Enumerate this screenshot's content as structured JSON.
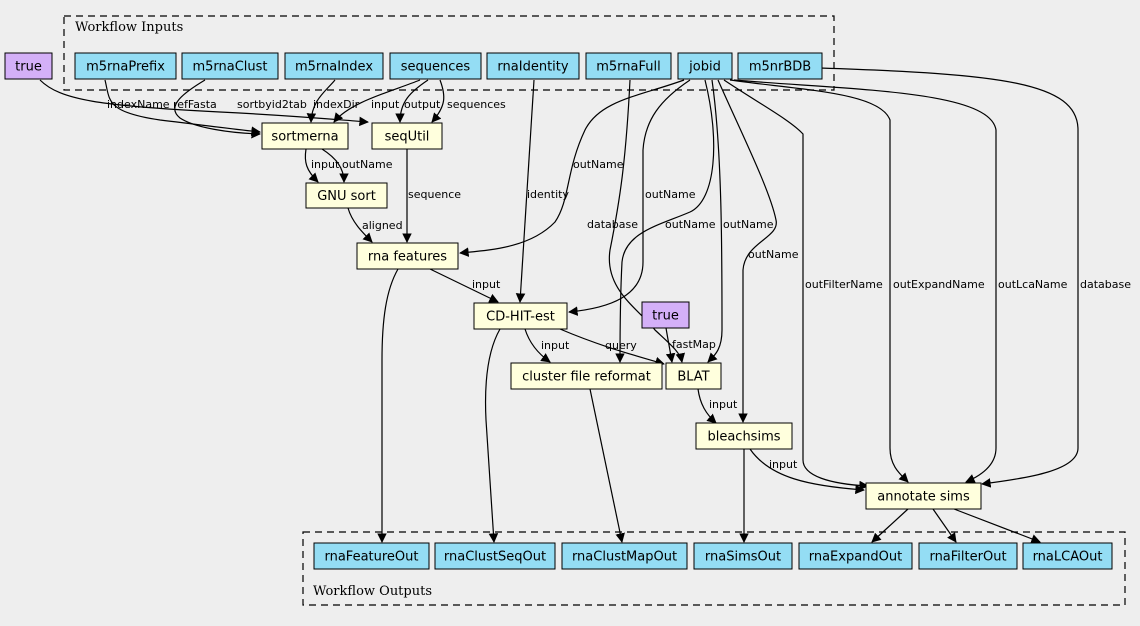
{
  "clusters": {
    "inputs": {
      "label": "Workflow Inputs"
    },
    "outputs": {
      "label": "Workflow Outputs"
    }
  },
  "nodes": {
    "true1": "true",
    "m5rnaPrefix": "m5rnaPrefix",
    "m5rnaClust": "m5rnaClust",
    "m5rnaIndex": "m5rnaIndex",
    "sequences": "sequences",
    "rnaIdentity": "rnaIdentity",
    "m5rnaFull": "m5rnaFull",
    "jobid": "jobid",
    "m5nrBDB": "m5nrBDB",
    "sortmerna": "sortmerna",
    "seqUtil": "seqUtil",
    "gnusort": "GNU sort",
    "rnafeatures": "rna features",
    "cdhit": "CD-HIT-est",
    "true2": "true",
    "clusterreformat": "cluster file reformat",
    "blat": "BLAT",
    "bleachsims": "bleachsims",
    "annotatesims": "annotate sims",
    "rnaFeatureOut": "rnaFeatureOut",
    "rnaClustSeqOut": "rnaClustSeqOut",
    "rnaClustMapOut": "rnaClustMapOut",
    "rnaSimsOut": "rnaSimsOut",
    "rnaExpandOut": "rnaExpandOut",
    "rnaFilterOut": "rnaFilterOut",
    "rnaLCAOut": "rnaLCAOut"
  },
  "edge_labels": {
    "indexName": "indexName",
    "refFasta": "refFasta",
    "sortbyid2tab": "sortbyid2tab",
    "indexDir": "indexDir",
    "input_sortmerna": "input",
    "output_seqUtil": "output",
    "sequences_seqUtil": "sequences",
    "input_gnusort": "input",
    "outName_gnusort": "outName",
    "sequence": "sequence",
    "aligned": "aligned",
    "outName_rnafeatures": "outName",
    "identity": "identity",
    "outName_cdhit": "outName",
    "database_blat": "database",
    "outName_reformat": "outName",
    "outName_blat": "outName",
    "outName_bleach": "outName",
    "outFilterName": "outFilterName",
    "outExpandName": "outExpandName",
    "outLcaName": "outLcaName",
    "database_annotate": "database",
    "input_cdhit": "input",
    "input_reformat": "input",
    "query": "query",
    "fastMap": "fastMap",
    "input_bleach": "input",
    "input_annotate": "input"
  },
  "colors": {
    "background": "#eeeeee",
    "input_fill": "#94ddf4",
    "step_fill": "#ffffdd",
    "constant_fill": "#d4b0f8",
    "stroke": "#000000"
  }
}
